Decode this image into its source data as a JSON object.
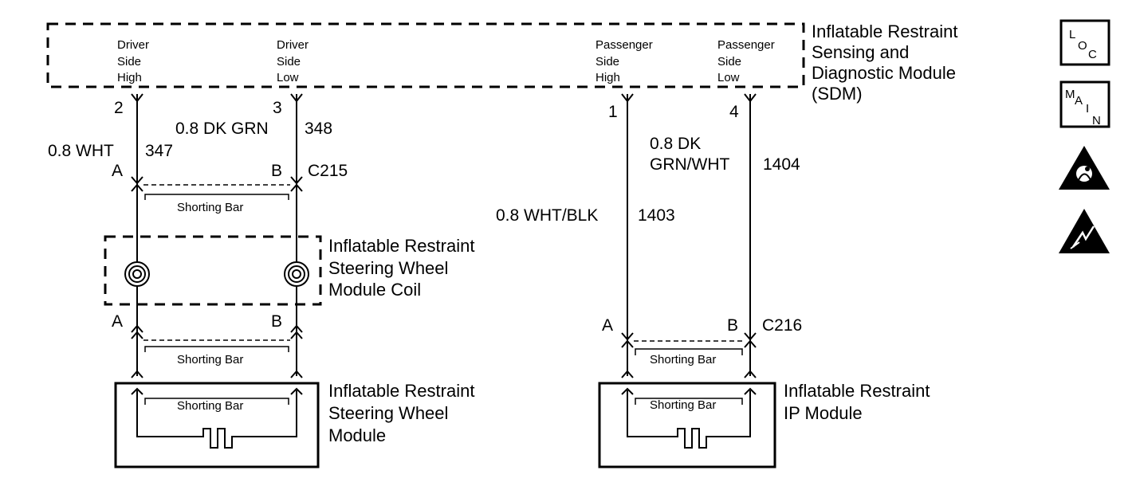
{
  "sdm": {
    "title_lines": [
      "Inflatable Restraint",
      "Sensing and",
      "Diagnostic Module",
      "(SDM)"
    ],
    "pins": [
      {
        "id": "driver-high",
        "label_lines": [
          "Driver",
          "Side",
          "High"
        ],
        "pin": "2",
        "gauge": "0.8 WHT",
        "circuit": "347"
      },
      {
        "id": "driver-low",
        "label_lines": [
          "Driver",
          "Side",
          "Low"
        ],
        "pin": "3",
        "gauge": "0.8 DK GRN",
        "circuit": "348"
      },
      {
        "id": "passenger-high",
        "label_lines": [
          "Passenger",
          "Side",
          "High"
        ],
        "pin": "1",
        "gauge": "0.8 WHT/BLK",
        "circuit": "1403"
      },
      {
        "id": "passenger-low",
        "label_lines": [
          "Passenger",
          "Side",
          "Low"
        ],
        "pin": "4",
        "gauge_lines": [
          "0.8 DK",
          "GRN/WHT"
        ],
        "circuit": "1404"
      }
    ]
  },
  "connectors": {
    "c215": {
      "name": "C215",
      "pin_a": "A",
      "pin_b": "B",
      "shorting_bar": "Shorting Bar"
    },
    "coil_bottom": {
      "pin_a": "A",
      "pin_b": "B",
      "shorting_bar": "Shorting Bar"
    },
    "c216": {
      "name": "C216",
      "pin_a": "A",
      "pin_b": "B",
      "shorting_bar": "Shorting Bar"
    }
  },
  "coil": {
    "label_lines": [
      "Inflatable Restraint",
      "Steering Wheel",
      "Module Coil"
    ]
  },
  "steering_module": {
    "label_lines": [
      "Inflatable Restraint",
      "Steering Wheel",
      "Module"
    ],
    "shorting_bar": "Shorting Bar"
  },
  "ip_module": {
    "label_lines": [
      "Inflatable Restraint",
      "IP Module"
    ],
    "shorting_bar": "Shorting Bar"
  },
  "side_icons": {
    "loc": {
      "letters": [
        "L",
        "O",
        "C"
      ]
    },
    "main": {
      "letters": [
        "M",
        "A",
        "I",
        "N"
      ]
    },
    "airbag_warning": "airbag-warning-icon",
    "esd_warning": "esd-warning-icon"
  }
}
